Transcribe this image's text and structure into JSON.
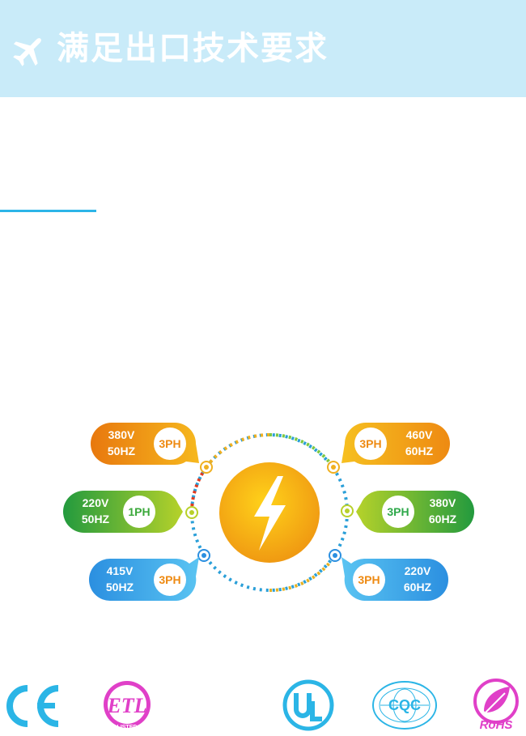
{
  "header": {
    "title": "满足出口技术要求",
    "icon": "airplane-icon"
  },
  "power_specs": [
    {
      "voltage": "380V",
      "frequency": "50HZ",
      "phase": "3PH",
      "color": "#f08a14"
    },
    {
      "voltage": "220V",
      "frequency": "50HZ",
      "phase": "1PH",
      "color": "#3aa83a"
    },
    {
      "voltage": "415V",
      "frequency": "50HZ",
      "phase": "3PH",
      "color": "#2f9be0"
    },
    {
      "voltage": "460V",
      "frequency": "60HZ",
      "phase": "3PH",
      "color": "#f0a020"
    },
    {
      "voltage": "380V",
      "frequency": "60HZ",
      "phase": "3PH",
      "color": "#2ea84a"
    },
    {
      "voltage": "220V",
      "frequency": "60HZ",
      "phase": "3PH",
      "color": "#2f9be0"
    }
  ],
  "center_icon": "lightning-icon",
  "certifications": [
    {
      "name": "CE",
      "color": "#2bb5e6"
    },
    {
      "name": "ETL",
      "subtext": "LISTED",
      "color": "#e040c8"
    },
    {
      "name": "UL",
      "color": "#2bb5e6"
    },
    {
      "name": "CQC",
      "color": "#2bb5e6"
    },
    {
      "name": "RoHS",
      "color": "#e040c8"
    }
  ]
}
